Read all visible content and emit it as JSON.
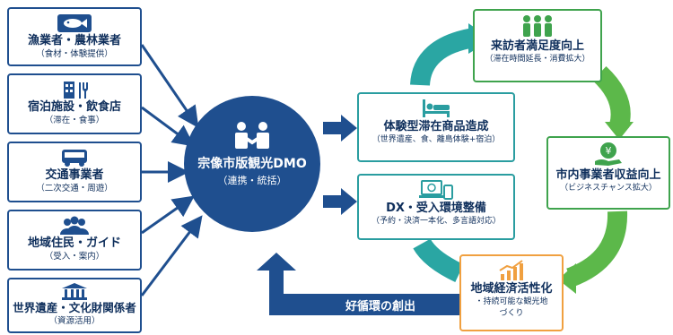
{
  "sources": [
    {
      "title": "漁業者・農林業者",
      "sub": "（食材・体験提供）",
      "icon": "fish-icon"
    },
    {
      "title": "宿泊施設・飲食店",
      "sub": "（滞在・食事）",
      "icon": "building-icon"
    },
    {
      "title": "交通事業者",
      "sub": "（二次交通・周遊）",
      "icon": "bus-icon"
    },
    {
      "title": "地域住民・ガイド",
      "sub": "（受入・案内）",
      "icon": "people-icon"
    },
    {
      "title": "世界遺産・文化財関係者",
      "sub": "（資源活用）",
      "icon": "shrine-icon"
    }
  ],
  "hub": {
    "title": "宗像市版観光DMO",
    "sub": "（連携・統括）",
    "icon": "handshake-icon"
  },
  "products": [
    {
      "title": "体験型滞在商品造成",
      "sub": "（世界遺産、食、離島体験+宿泊）",
      "icon": "bed-icon"
    },
    {
      "title": "DX・受入環境整備",
      "sub": "（予約・決済一本化、多言語対応）",
      "icon": "devices-icon"
    }
  ],
  "cycle": [
    {
      "title": "来訪者満足度向上",
      "sub": "（滞在時間延長・消費拡大）",
      "icon": "visitors-icon"
    },
    {
      "title": "市内事業者収益向上",
      "sub": "（ビジネスチャンス拡大）",
      "icon": "yen-hand-icon"
    },
    {
      "title": "地域経済活性化",
      "sub": "・持続可能な観光地\nづくり",
      "icon": "growth-chart-icon"
    }
  ],
  "loop_label": "好循環の創出",
  "colors": {
    "navy": "#1f4f8f",
    "teal": "#2a9da0",
    "green": "#3fa34d",
    "orange": "#f0a040"
  }
}
